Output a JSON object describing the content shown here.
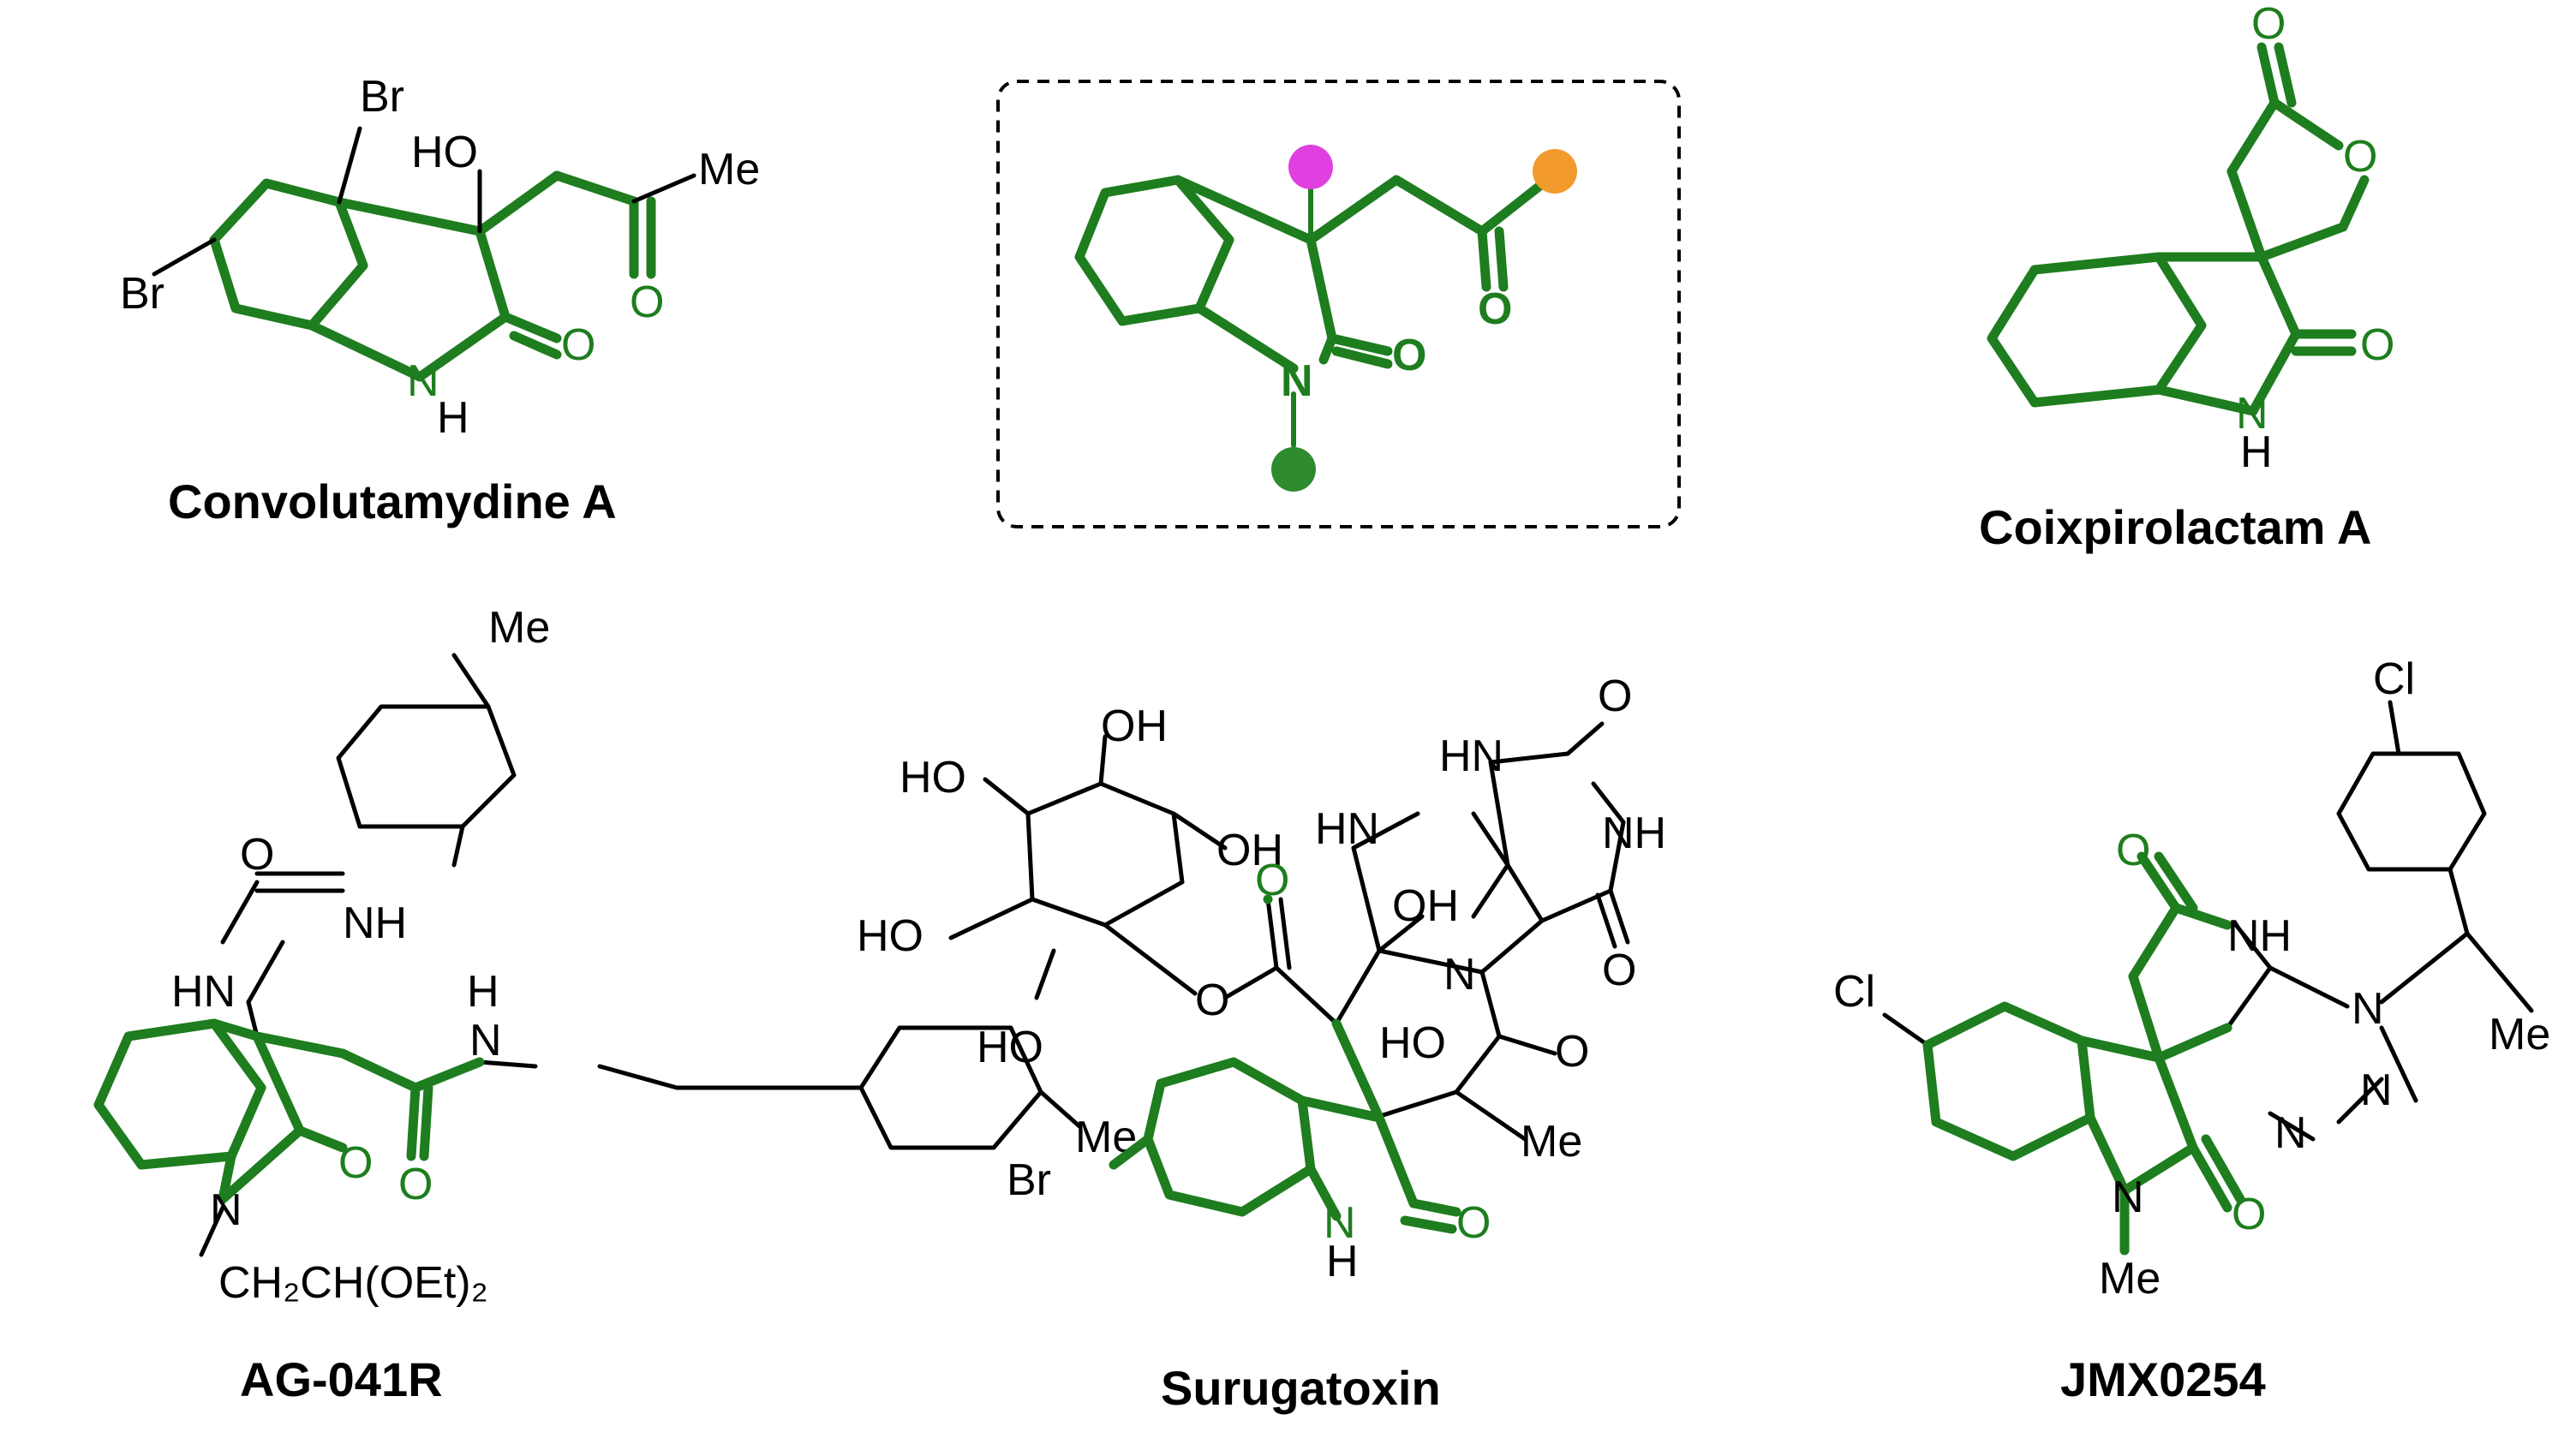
{
  "compounds": {
    "convolutamydine": {
      "name": "Convolutamydine A",
      "br1": "Br",
      "br2": "Br",
      "ho": "HO",
      "me": "Me",
      "o_ketone": "O",
      "nh_n": "N",
      "nh_h": "H",
      "o_lactam": "O"
    },
    "core": {
      "n": "N",
      "o_lactam": "O",
      "o_carbonyl": "O",
      "sphere_colors": {
        "top": "#e040e0",
        "right": "#f29a2e",
        "bottom": "#2e8b2e"
      }
    },
    "coixpirolactam": {
      "name": "Coixpirolactam A",
      "o_carbonyl": "O",
      "o_ring": "O",
      "o_lactam": "O",
      "nh_n": "N",
      "nh_h": "H"
    },
    "ag041r": {
      "name": "AG-041R",
      "me_top": "Me",
      "o_urea": "O",
      "nh_urea": "NH",
      "hn": "HN",
      "h_amide": "H",
      "n_amide": "N",
      "o_lactam": "O",
      "o_amide": "O",
      "n_ring": "N",
      "me_right": "Me",
      "substituent": "CH₂CH(OEt)₂"
    },
    "surugatoxin": {
      "name": "Surugatoxin",
      "ho1": "HO",
      "oh1": "OH",
      "oh2": "OH",
      "ho2": "HO",
      "ho3": "HO",
      "o_ester": "O",
      "o_carbonyl": "O",
      "hn_pyr": "HN",
      "o_pyr1": "O",
      "nh_pyr": "NH",
      "o_pyr2": "O",
      "hn_ring": "HN",
      "oh_center": "OH",
      "n_center": "N",
      "ho_lower": "HO",
      "o_lower": "O",
      "me": "Me",
      "br": "Br",
      "nh_n": "N",
      "nh_h": "H",
      "o_lactam": "O"
    },
    "jmx0254": {
      "name": "JMX0254",
      "cl_top": "Cl",
      "o_top": "O",
      "nh": "NH",
      "n1": "N",
      "me_side": "Me",
      "cl_left": "Cl",
      "n2": "N",
      "n3": "N",
      "n_ring": "N",
      "o_lactam": "O",
      "me_n": "Me"
    }
  },
  "colors": {
    "highlight": "#1e7d1e",
    "bonds": "#000000"
  }
}
